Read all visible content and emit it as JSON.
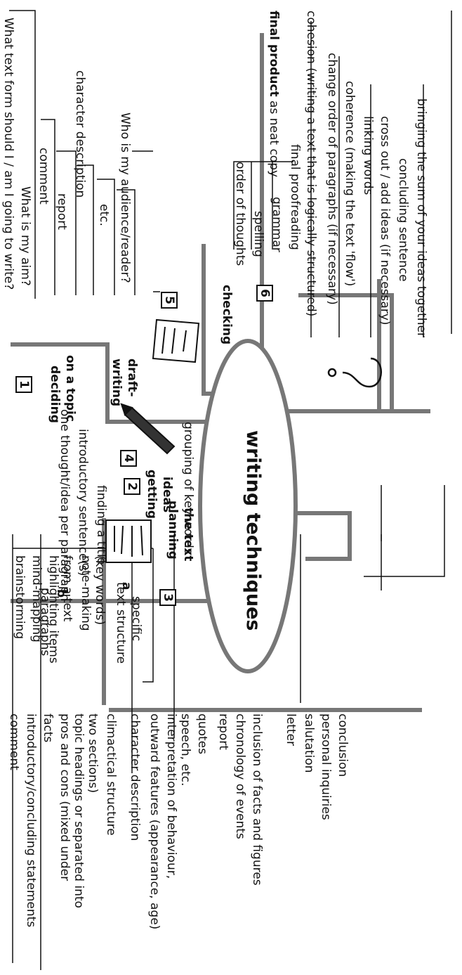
{
  "center": "writing techniques",
  "steps": [
    {
      "num": "1",
      "title": "deciding on a topic",
      "title_lines": [
        "deciding",
        "on a topic"
      ],
      "items": [
        "What is my aim?",
        "What text form should I / am I going to write?",
        "comment",
        "character description",
        "report",
        "etc.",
        "Who is my audience/reader?"
      ]
    },
    {
      "num": "2",
      "title": "getting ideas",
      "title_lines": [
        "getting",
        "ideas"
      ],
      "items": [
        "brainstorming",
        "mind-mapping",
        "highlighting items",
        "from a text",
        "note-making",
        "(key words)"
      ]
    },
    {
      "num": "3",
      "title": "planning the text",
      "title_lines": [
        "planning",
        "the text"
      ],
      "a_label": "a",
      "a_lines": [
        "specific",
        "text structure"
      ],
      "b_label": "b",
      "b_text": "paragraphs",
      "structures": {
        "comment": {
          "label": "comment",
          "items": [
            "introductory/concluding statements",
            "facts",
            "pros and cons (mixed under",
            "topic headings or separated into",
            "two sections)",
            "climactical structure"
          ]
        },
        "character": {
          "label": "character description",
          "items": [
            "outward features (appearance, age)",
            "interpretation of behaviour,",
            "speech, etc.",
            "quotes"
          ]
        },
        "report": {
          "label": "report",
          "items": [
            "chronology of events",
            "inclusion of facts and figures"
          ]
        },
        "letter": {
          "label": "letter",
          "items": [
            "salutation",
            "personal inquiries",
            "conclusion"
          ]
        }
      },
      "paragraph_items": [
        "grouping of key words",
        "one thought/idea per paragraph",
        "introductory sentence(s)",
        "finding a title"
      ]
    },
    {
      "num": "4",
      "title": "draft-writing",
      "title_lines": [
        "draft-",
        "writing"
      ]
    },
    {
      "num": "5",
      "title": "checking",
      "items": [
        "order of thoughts",
        "spelling",
        "grammar",
        "final proofreading"
      ],
      "cohesion_items": [
        "cohesion (writing a text that is logically structured)",
        "change order of paragraphs (if necessary)",
        "coherence (making the text 'flow')",
        "linking words",
        "cross out / add ideas (if necessary)",
        "concluding sentence",
        "bringing the sum of your ideas together"
      ]
    },
    {
      "num": "6",
      "title_bold": "final product",
      "title_rest": " as neat copy"
    }
  ],
  "icons": [
    "question-mark-icon",
    "paper-icon",
    "pencil-icon",
    "notes-icon"
  ]
}
